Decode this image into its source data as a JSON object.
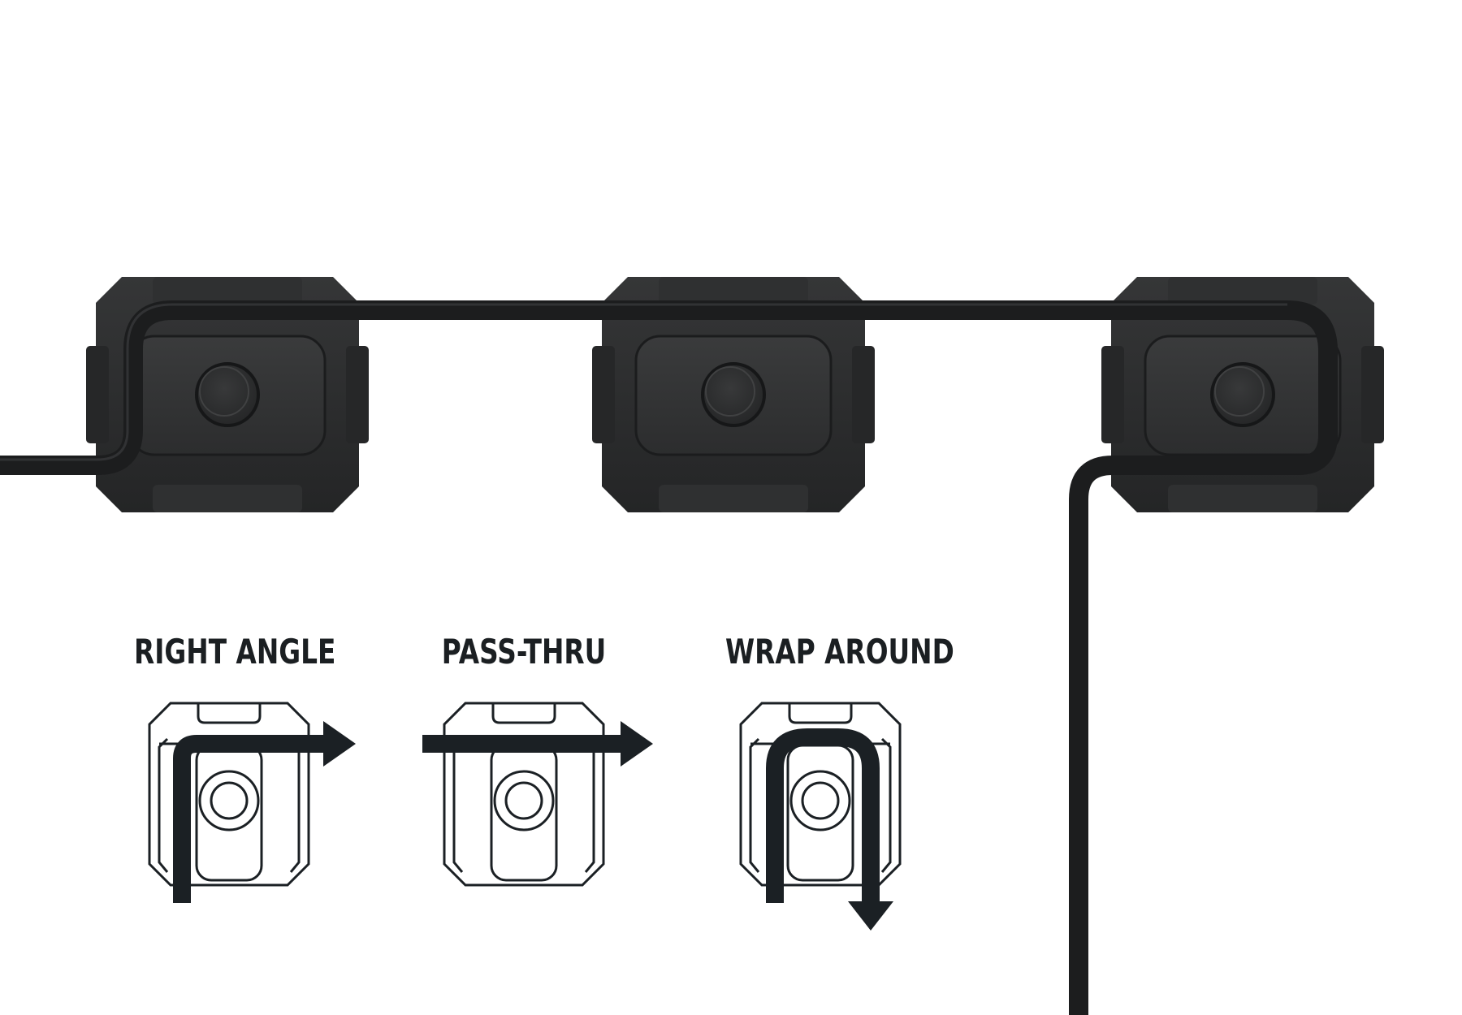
{
  "labels": {
    "right_angle": "RIGHT ANGLE",
    "pass_thru": "PASS-THRU",
    "wrap_around": "WRAP AROUND"
  },
  "colors": {
    "clip_body": "#2b2c2d",
    "clip_dark": "#1e1f20",
    "clip_highlight": "#9a9a9a",
    "cable": "#1c1d1e",
    "diagram_ink": "#1b2024",
    "background": "#ffffff"
  }
}
